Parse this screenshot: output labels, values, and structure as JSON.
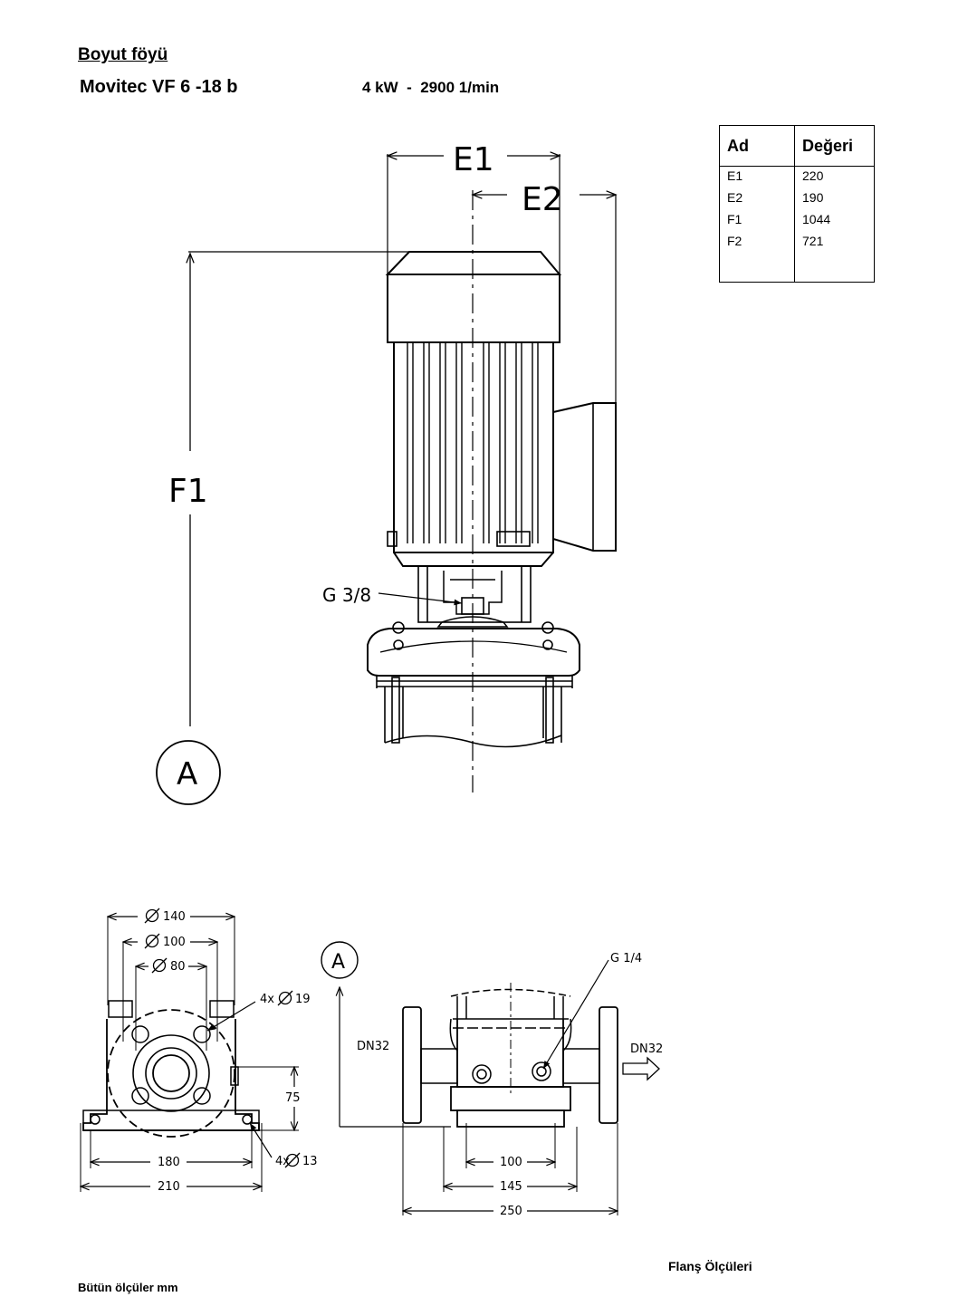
{
  "header": {
    "title": "Boyut föyü",
    "model": "Movitec VF 6 -18 b",
    "spec": "4 kW  -  2900 1/min"
  },
  "table": {
    "col_name": "Ad",
    "col_value": "Değeri",
    "rows": [
      {
        "name": "E1",
        "value": "220"
      },
      {
        "name": "E2",
        "value": "190"
      },
      {
        "name": "F1",
        "value": "1044"
      },
      {
        "name": "F2",
        "value": "721"
      }
    ]
  },
  "drawing": {
    "main": {
      "e1": "E1",
      "e2": "E2",
      "f1": "F1",
      "thread": "G 3/8",
      "view_marker": "A"
    },
    "base_view": {
      "d140": "140",
      "d100": "100",
      "d80": "80",
      "holes_top": "4x",
      "holes_top_d": "19",
      "holes_bottom": "4x",
      "holes_bottom_d": "13",
      "h75": "75",
      "w180": "180",
      "w210": "210"
    },
    "side_view": {
      "view_marker": "A",
      "thread": "G 1/4",
      "inlet": "DN32",
      "outlet": "DN32",
      "w100": "100",
      "w145": "145",
      "w250": "250"
    }
  },
  "footer": {
    "units": "Bütün ölçüler mm",
    "flange": "Flanş Ölçüleri"
  }
}
